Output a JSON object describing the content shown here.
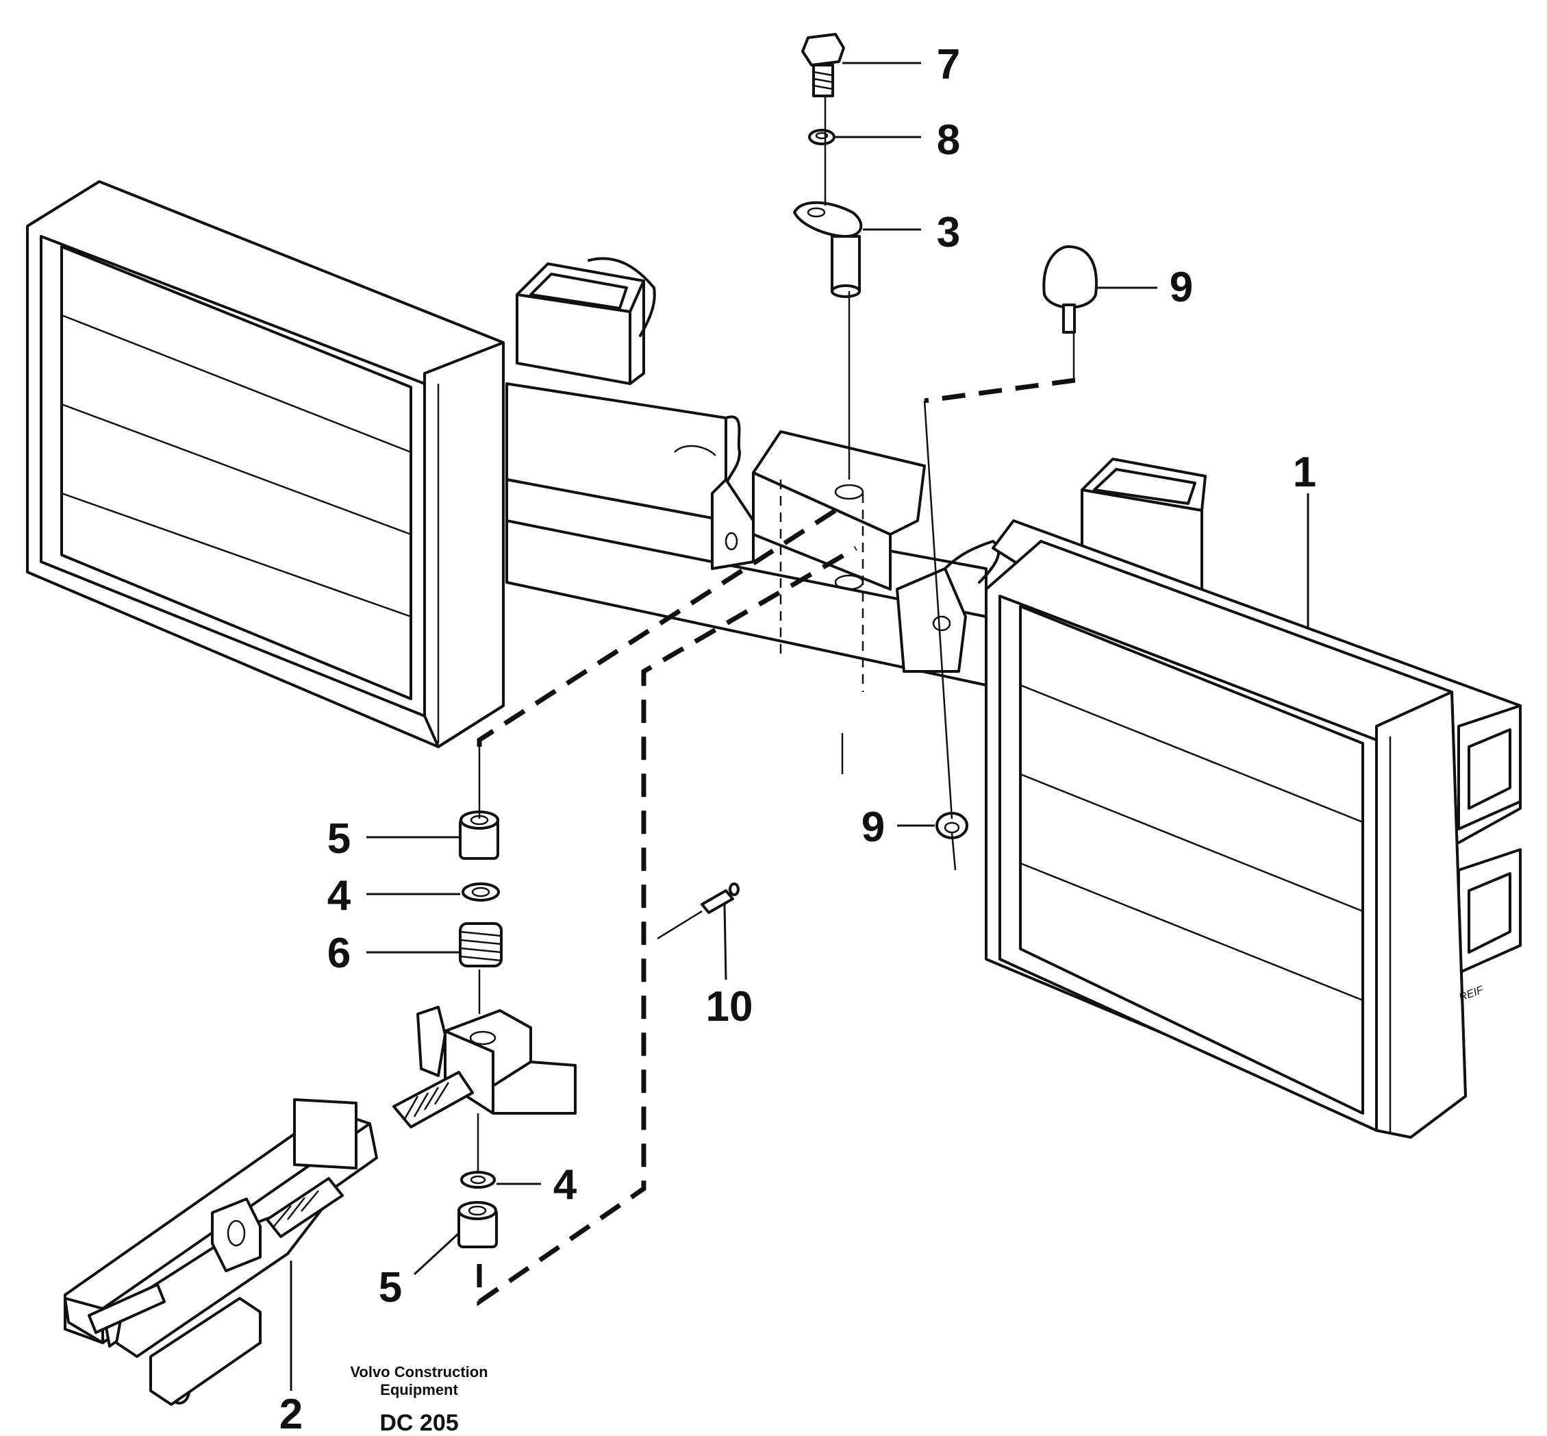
{
  "diagram": {
    "callouts": {
      "c1": "1",
      "c2": "2",
      "c3": "3",
      "c4a": "4",
      "c4b": "4",
      "c5a": "5",
      "c5b": "5",
      "c6": "6",
      "c7": "7",
      "c8": "8",
      "c9a": "9",
      "c9b": "9",
      "c10": "10"
    },
    "credit_line1": "Volvo Construction",
    "credit_line2": "Equipment",
    "drawing_code": "DC 205",
    "artist_mark": "REIF"
  }
}
